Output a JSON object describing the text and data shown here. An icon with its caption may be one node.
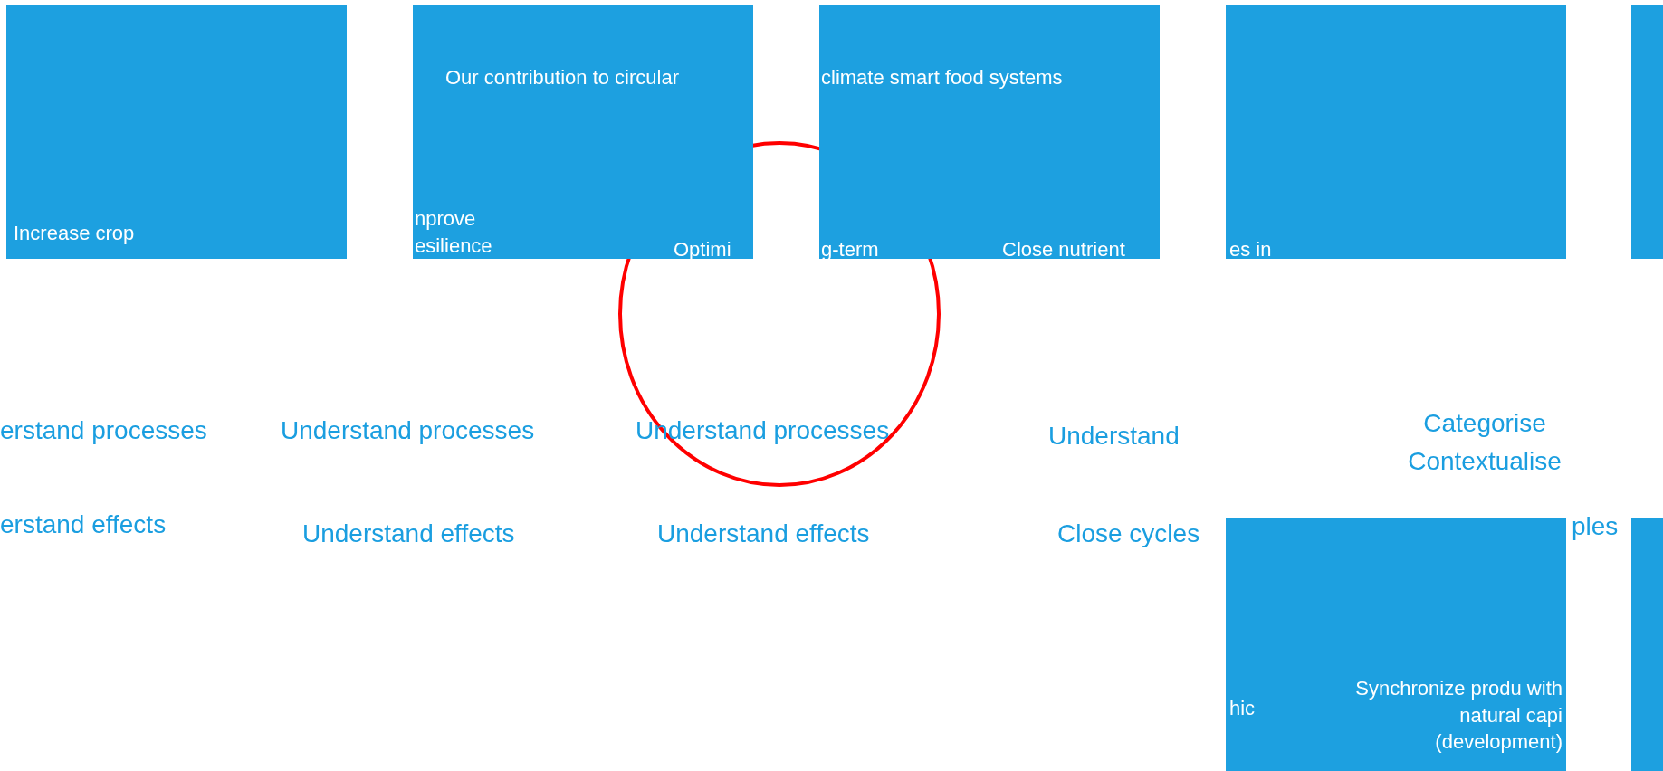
{
  "diagram": {
    "nodes": [
      {
        "text": [
          "Increase crop"
        ]
      },
      {
        "text": [
          "Our contribution to circular",
          "nprove esilience",
          "Optimi"
        ]
      },
      {
        "text": [
          "climate smart food systems",
          "g-term",
          "Close nutrient"
        ]
      },
      {
        "text": [
          "es in"
        ]
      },
      {
        "text": [],
        "shape": "box"
      },
      {
        "text": [],
        "shape": "circle"
      },
      {
        "text": [
          "hic",
          "Synchronize produ with natural capi (development)"
        ]
      },
      {
        "text": [],
        "shape": "box"
      }
    ],
    "labels": [
      "erstand processes",
      "Understand processes",
      "Understand processes",
      "Understand",
      "Categorise",
      "Contextualise",
      "erstand effects",
      "Understand effects",
      "Understand effects",
      "Close cycles",
      "ples"
    ]
  }
}
